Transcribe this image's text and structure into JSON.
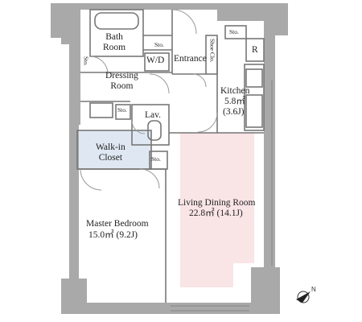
{
  "rooms": {
    "bath": {
      "name": "Bath\nRoom"
    },
    "wd": {
      "name": "W/D"
    },
    "entrance": {
      "name": "Entrance"
    },
    "shoe": {
      "name": "Shoe Clo."
    },
    "sto_top": {
      "name": "Sto."
    },
    "sto_bath": {
      "name": "Sto."
    },
    "sto_left": {
      "name": "Sto."
    },
    "sto_mid": {
      "name": "Sto."
    },
    "sto_closet": {
      "name": "Sto."
    },
    "fridge": {
      "name": "R"
    },
    "dressing": {
      "name": "Dressing\nRoom"
    },
    "lav": {
      "name": "Lav."
    },
    "kitchen": {
      "name": "Kitchen",
      "area": "5.8㎡",
      "tatami": "(3.6J)"
    },
    "closet": {
      "name": "Walk-in\nCloset"
    },
    "living": {
      "name": "Living Dining Room",
      "area_line": "22.8㎡  (14.1J)"
    },
    "master": {
      "name": "Master Bedroom",
      "area_line": "15.0㎡  (9.2J)"
    }
  },
  "compass": {
    "label": "N"
  },
  "colors": {
    "wall": "#a9a9a9",
    "closet_fill": "#dfe8f2",
    "living_fill": "#f9e4e6",
    "line": "#777777"
  }
}
